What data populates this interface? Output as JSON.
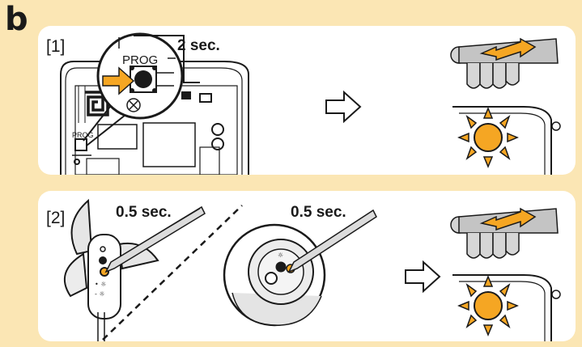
{
  "section": {
    "letter": "b"
  },
  "steps": [
    {
      "label": "[1]",
      "duration": "2 sec.",
      "button_text": "PROG",
      "small_text": "PROG"
    },
    {
      "label": "[2]",
      "duration_left": "0.5 sec.",
      "duration_right": "0.5 sec."
    }
  ],
  "colors": {
    "background": "#fbe6b4",
    "panel": "#ffffff",
    "accent": "#f5a623",
    "line": "#1a1a1a"
  },
  "icons": [
    "arrow-right-icon",
    "awning-icon",
    "sun-icon",
    "pencil-icon"
  ]
}
